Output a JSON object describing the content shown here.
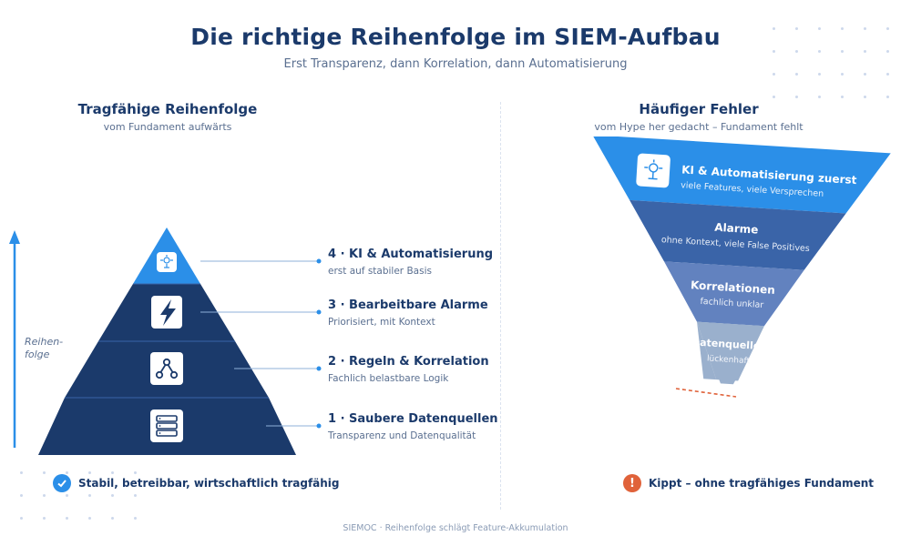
{
  "header": {
    "title": "Die richtige Reihenfolge im SIEM-Aufbau",
    "subtitle": "Erst Transparenz, dann Korrelation, dann Automatisierung"
  },
  "left": {
    "title": "Tragfähige Reihenfolge",
    "subtitle": "vom Fundament aufwärts",
    "axis_label_line1": "Reihen-",
    "axis_label_line2": "folge",
    "levels": [
      {
        "title": "4 · KI & Automatisierung",
        "subtitle": "erst auf stabiler Basis",
        "icon": "ai-chip-icon"
      },
      {
        "title": "3 · Bearbeitbare Alarme",
        "subtitle": "Priorisiert, mit Kontext",
        "icon": "lightning-icon"
      },
      {
        "title": "2 · Regeln & Korrelation",
        "subtitle": "Fachlich belastbare Logik",
        "icon": "network-icon"
      },
      {
        "title": "1 · Saubere Datenquellen",
        "subtitle": "Transparenz und Datenqualität",
        "icon": "server-icon"
      }
    ],
    "status": "Stabil, betreibbar, wirtschaftlich tragfähig",
    "status_icon": "check-circle-icon"
  },
  "right": {
    "title": "Häufiger Fehler",
    "subtitle": "vom Hype her gedacht – Fundament fehlt",
    "levels": [
      {
        "title": "KI & Automatisierung zuerst",
        "subtitle": "viele Features, viele Versprechen",
        "icon": "ai-chip-icon"
      },
      {
        "title": "Alarme",
        "subtitle": "ohne Kontext, viele False Positives"
      },
      {
        "title": "Korrelationen",
        "subtitle": "fachlich unklar"
      },
      {
        "title": "Datenquellen",
        "subtitle": "lückenhaft"
      }
    ],
    "status": "Kippt – ohne tragfähiges Fundament",
    "status_icon": "warning-circle-icon"
  },
  "colors": {
    "navy": "#1b3a6b",
    "bright_blue": "#2b8fe8",
    "mid_blue": "#3a64a8",
    "light_blue": "#6282bf",
    "gray_blue": "#9ab0cd",
    "alert_orange": "#e0623a"
  },
  "footer": "SIEMOC · Reihenfolge schlägt Feature-Akkumulation"
}
